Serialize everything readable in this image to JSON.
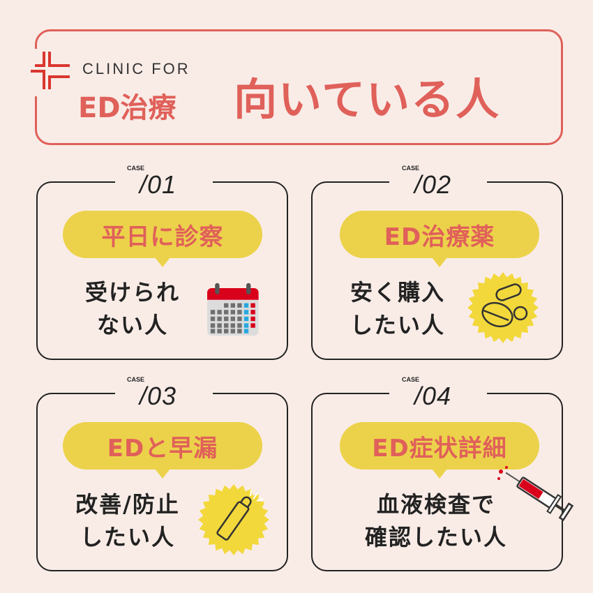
{
  "header": {
    "logo_line1": "CLINIC FOR",
    "logo_line2": "ED治療",
    "title": "向いている人"
  },
  "accent": "#e0605a",
  "pill_color": "#ecd24a",
  "cases": [
    {
      "case": "CASE",
      "number": "/01",
      "pill": "平日に診察",
      "line1": "受けられ",
      "line2": "ない人",
      "icon": "calendar-icon"
    },
    {
      "case": "CASE",
      "number": "/02",
      "pill": "ED治療薬",
      "line1": "安く購入",
      "line2": "したい人",
      "icon": "pills-icon"
    },
    {
      "case": "CASE",
      "number": "/03",
      "pill": "EDと早漏",
      "line1": "改善/防止",
      "line2": "したい人",
      "icon": "condom-icon"
    },
    {
      "case": "CASE",
      "number": "/04",
      "pill": "ED症状詳細",
      "line1": "血液検査で",
      "line2": "確認したい人",
      "icon": "syringe-icon"
    }
  ]
}
